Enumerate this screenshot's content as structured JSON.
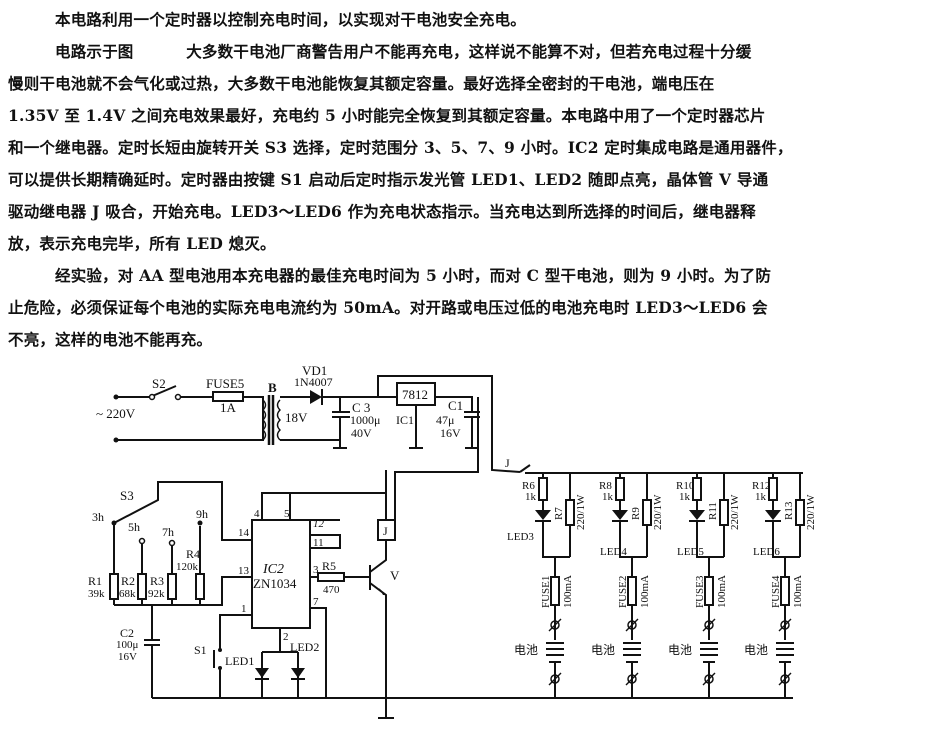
{
  "article": {
    "lines": [
      "本电路利用一个定时器以控制充电时间，以实现对干电池安全充电。",
      "电路示于图　　　 大多数干电池厂商警告用户不能再充电，这样说不能算不对，但若充电过程十分缓",
      "慢则干电池就不会气化或过热，大多数干电池能恢复其额定容量。最好选择全密封的干电池，端电压在",
      "1.35V 至 1.4V 之间充电效果最好，充电约 5 小时能完全恢复到其额定容量。本电路中用了一个定时器芯片",
      "和一个继电器。定时长短由旋转开关 S3 选择，定时范围分 3、5、7、9 小时。IC2 定时集成电路是通用器件，",
      "可以提供长期精确延时。定时器由按键 S1 启动后定时指示发光管 LED1、LED2 随即点亮，晶体管 V 导通",
      "驱动继电器 J 吸合，开始充电。LED3～LED6 作为充电状态指示。当充电达到所选择的时间后，继电器释",
      "放，表示充电完毕，所有 LED 熄灭。",
      "经实验，对 AA 型电池用本充电器的最佳充电时间为 5 小时，而对 C 型干电池，则为 9 小时。为了防",
      "止危险，必须保证每个电池的实际充电电流约为 50mA。对开路或电压过低的电池充电时 LED3～LED6 会",
      "不亮，这样的电池不能再充。"
    ]
  },
  "schematic": {
    "power": {
      "mains": "~ 220V",
      "switch_s2": "S2",
      "fuse_main": "FUSE5",
      "fuse_main_rating": "1A",
      "transformer": "B",
      "secondary": "18V",
      "diode": "VD1",
      "diode_part": "1N4007",
      "c3": "C 3",
      "c3_value": "1000μ",
      "c3_voltage": "40V",
      "regulator": "7812",
      "regulator_ref": "IC1",
      "c1": "C1",
      "c1_value": "47μ",
      "c1_voltage": "16V"
    },
    "timer": {
      "switch_s3": "S3",
      "positions": [
        "3h",
        "5h",
        "7h",
        "9h"
      ],
      "resistors": [
        {
          "ref": "R1",
          "value": "39k"
        },
        {
          "ref": "R2",
          "value": "68k"
        },
        {
          "ref": "R3",
          "value": "92k"
        },
        {
          "ref": "R4",
          "value": "120k"
        }
      ],
      "c2": "C2",
      "c2_value": "100μ",
      "c2_voltage": "16V",
      "ic": "IC2",
      "ic_part": "ZN1034",
      "pins": [
        "4",
        "5",
        "12",
        "11",
        "14",
        "13",
        "3",
        "7",
        "1",
        "2"
      ],
      "r5": "R5",
      "r5_value": "470",
      "relay": "J",
      "transistor": "V",
      "switch_s1": "S1",
      "led1": "LED1",
      "led2": "LED2"
    },
    "charger": {
      "relay_contact": "J",
      "battery_label": "电池",
      "channels": [
        {
          "r_led": "R6",
          "r_led_value": "1k",
          "r_shunt": "R7",
          "r_shunt_value": "220/1W",
          "led": "LED3",
          "fuse": "FUSE1",
          "fuse_rating": "100mA"
        },
        {
          "r_led": "R8",
          "r_led_value": "1k",
          "r_shunt": "R9",
          "r_shunt_value": "220/1W",
          "led": "LED4",
          "fuse": "FUSE2",
          "fuse_rating": "100mA"
        },
        {
          "r_led": "R10",
          "r_led_value": "1k",
          "r_shunt": "R11",
          "r_shunt_value": "220/1W",
          "led": "LED5",
          "fuse": "FUSE3",
          "fuse_rating": "100mA"
        },
        {
          "r_led": "R12",
          "r_led_value": "1k",
          "r_shunt": "R13",
          "r_shunt_value": "220/1W",
          "led": "LED6",
          "fuse": "FUSE4",
          "fuse_rating": "100mA"
        }
      ]
    }
  }
}
